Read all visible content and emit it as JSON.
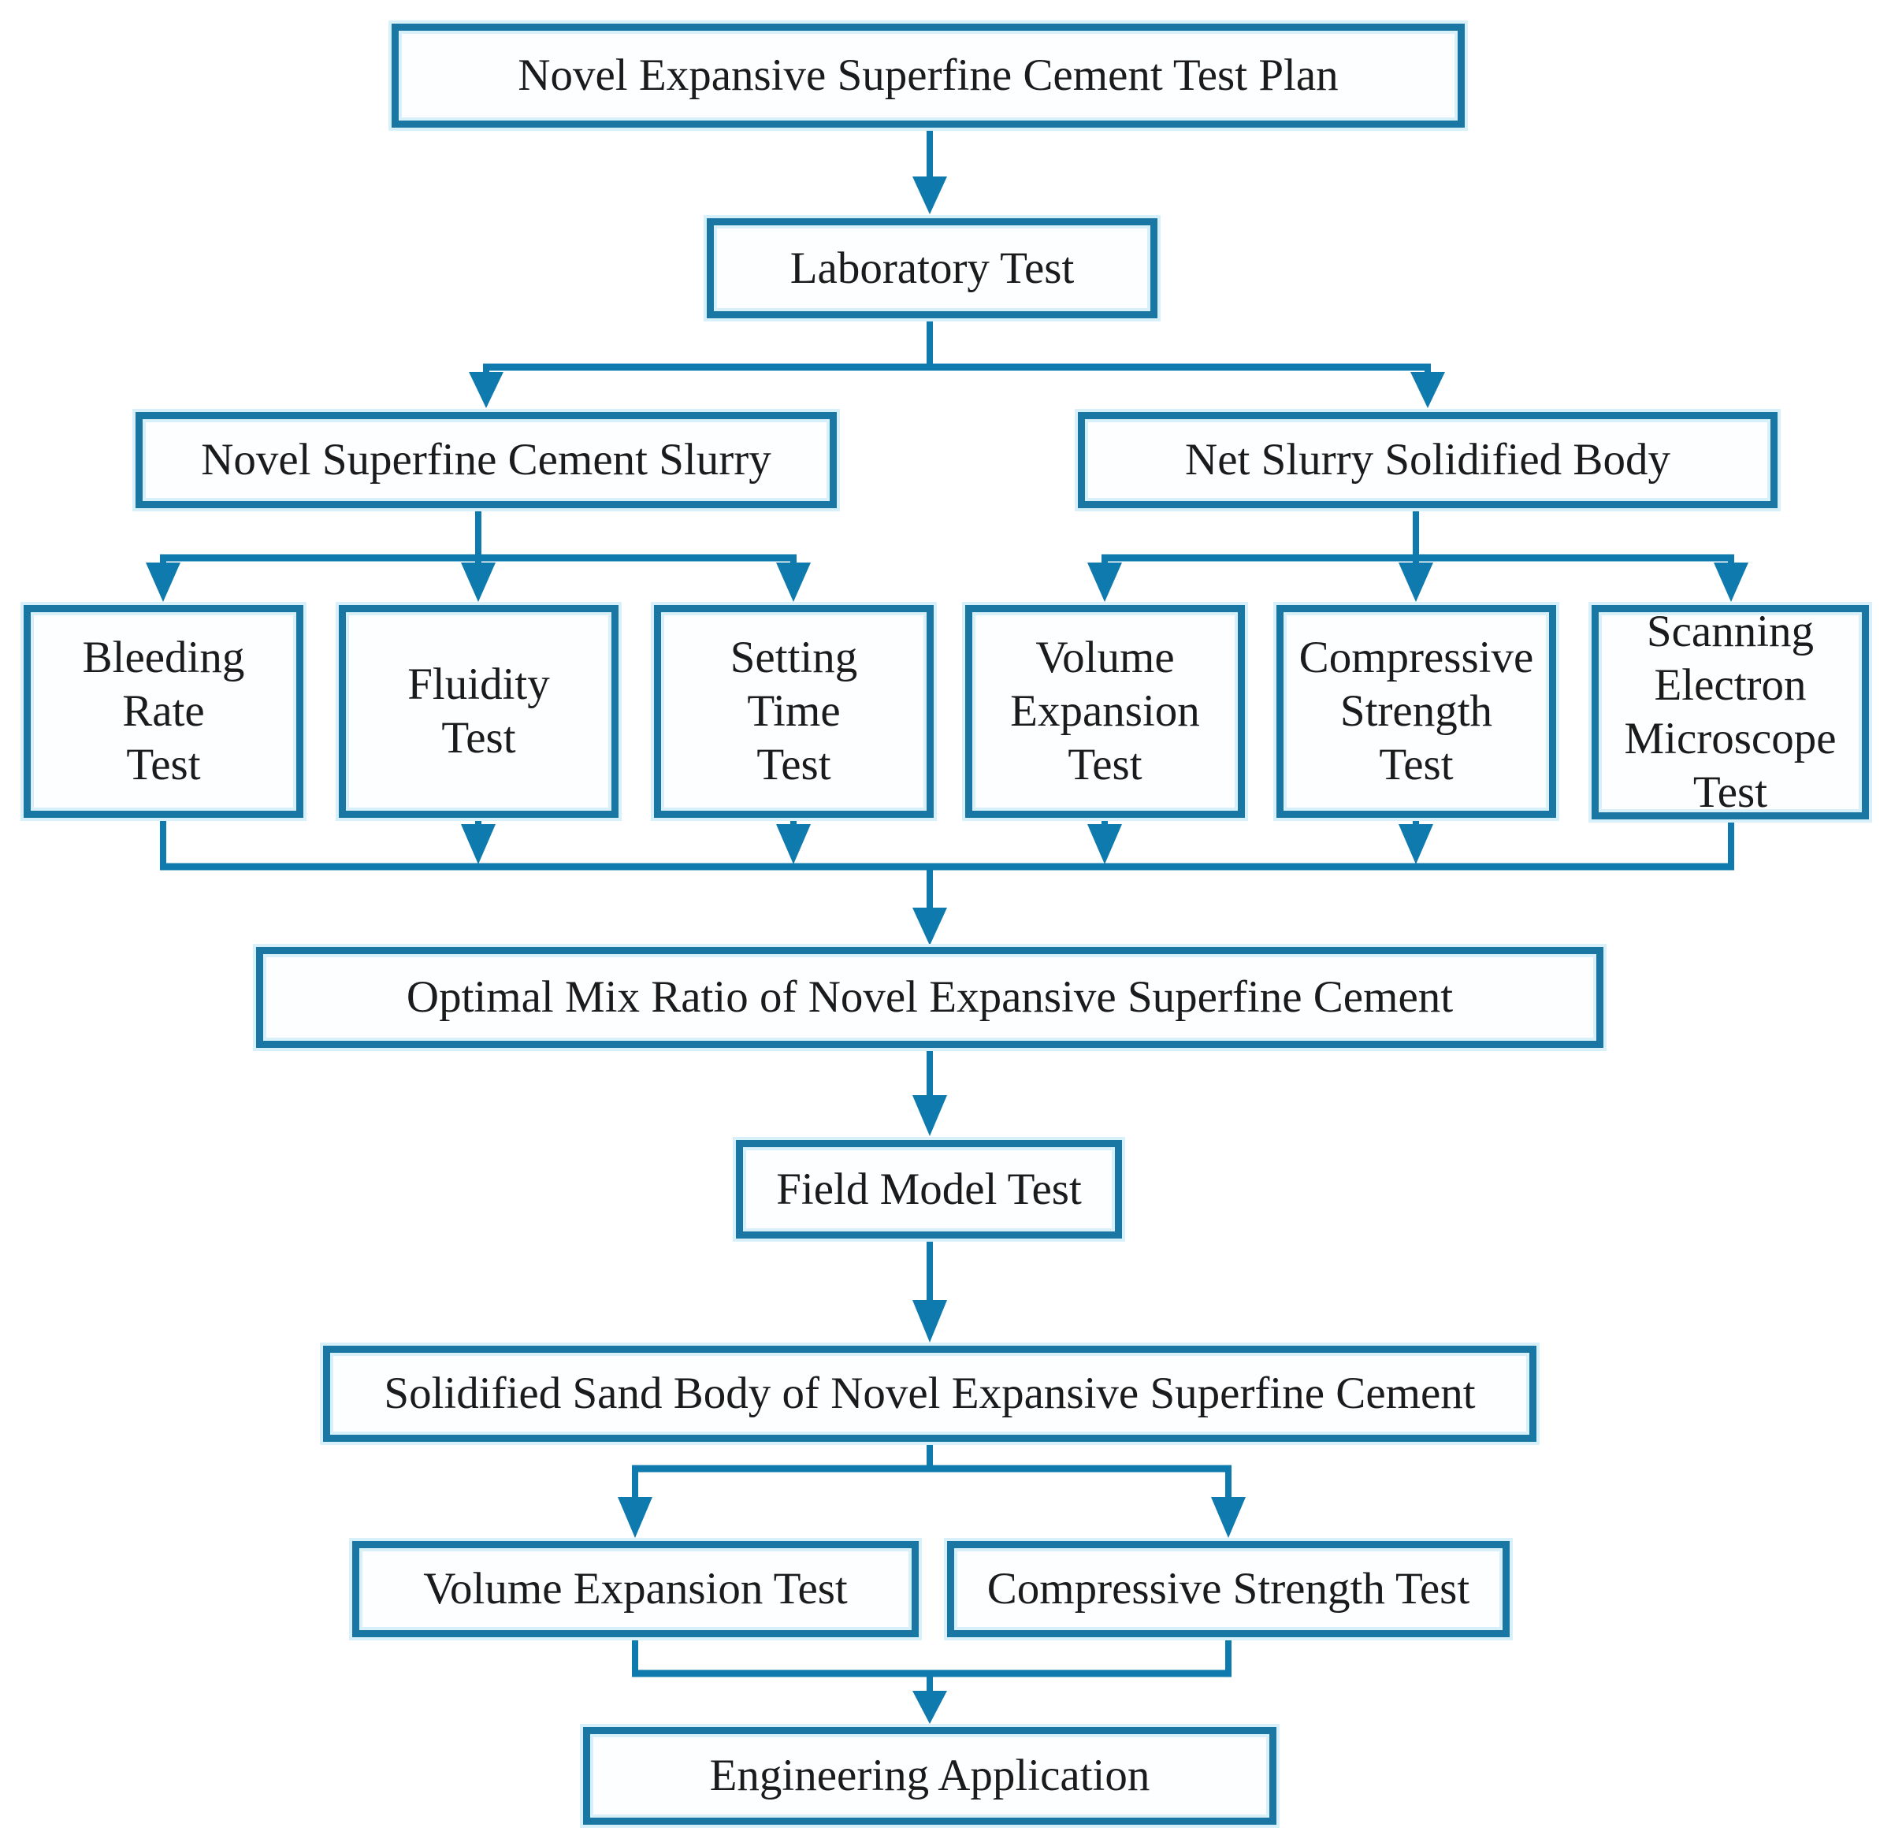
{
  "figure": {
    "background": "#ffffff",
    "colors": {
      "line": "#0f7aad",
      "box_border": "#1a76a2",
      "box_glow": "#d7f0fa",
      "box_fill": "#fdfeff",
      "text": "#1b1b1b"
    },
    "nodes": {
      "plan": {
        "label": "Novel Expansive Superfine Cement Test Plan"
      },
      "lab": {
        "label": "Laboratory Test"
      },
      "slurry": {
        "label": "Novel Superfine Cement Slurry"
      },
      "net": {
        "label": "Net Slurry Solidified Body"
      },
      "bleeding": {
        "label": "Bleeding\nRate\nTest"
      },
      "fluidity": {
        "label": "Fluidity\nTest"
      },
      "setting": {
        "label": "Setting\nTime\nTest"
      },
      "volume": {
        "label": "Volume\nExpansion\nTest"
      },
      "compressive": {
        "label": "Compressive\nStrength\nTest"
      },
      "sem": {
        "label": "Scanning\nElectron\nMicroscope\nTest"
      },
      "optimal": {
        "label": "Optimal Mix Ratio of Novel Expansive Superfine Cement"
      },
      "field": {
        "label": "Field Model Test"
      },
      "solidified": {
        "label": "Solidified Sand Body of Novel Expansive Superfine Cement"
      },
      "volume2": {
        "label": "Volume Expansion Test"
      },
      "compressive2": {
        "label": "Compressive Strength Test"
      },
      "engineering": {
        "label": "Engineering Application"
      }
    },
    "edges": [
      [
        "plan",
        "lab"
      ],
      [
        "lab",
        "slurry"
      ],
      [
        "lab",
        "net"
      ],
      [
        "slurry",
        "bleeding"
      ],
      [
        "slurry",
        "fluidity"
      ],
      [
        "slurry",
        "setting"
      ],
      [
        "net",
        "volume"
      ],
      [
        "net",
        "compressive"
      ],
      [
        "net",
        "sem"
      ],
      [
        "bleeding",
        "optimal"
      ],
      [
        "fluidity",
        "optimal"
      ],
      [
        "setting",
        "optimal"
      ],
      [
        "volume",
        "optimal"
      ],
      [
        "compressive",
        "optimal"
      ],
      [
        "sem",
        "optimal"
      ],
      [
        "optimal",
        "field"
      ],
      [
        "field",
        "solidified"
      ],
      [
        "solidified",
        "volume2"
      ],
      [
        "solidified",
        "compressive2"
      ],
      [
        "volume2",
        "engineering"
      ],
      [
        "compressive2",
        "engineering"
      ]
    ]
  }
}
